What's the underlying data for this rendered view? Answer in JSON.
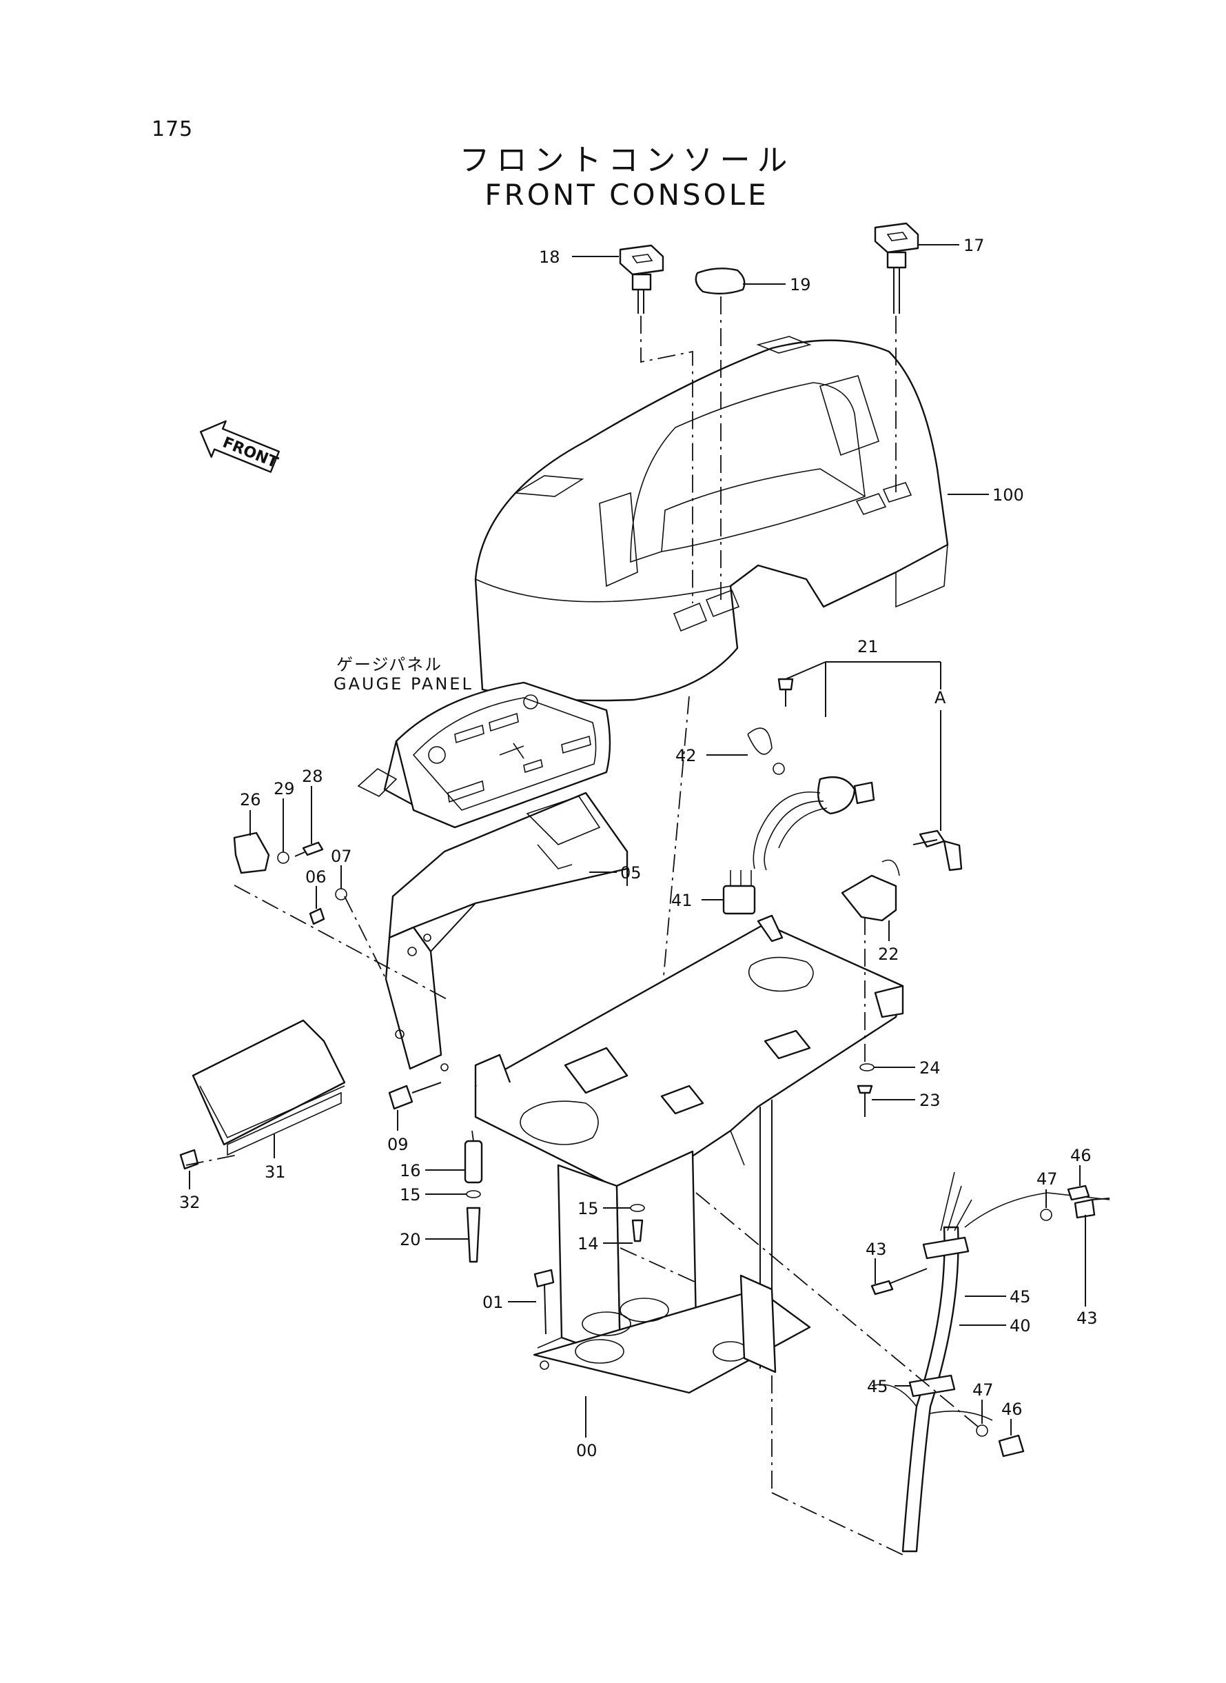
{
  "page_number": "175",
  "title_jp": "フロントコンソール",
  "title_en": "FRONT CONSOLE",
  "subassembly_jp": "ゲージパネル",
  "subassembly_en": "GAUGE PANEL",
  "front_arrow_label": "FRONT",
  "callouts": {
    "c18": "18",
    "c19": "19",
    "c17": "17",
    "c100": "100",
    "c21": "21",
    "cA": "A",
    "c42": "42",
    "c41": "41",
    "c22": "22",
    "c05": "05",
    "c26": "26",
    "c29": "29",
    "c28": "28",
    "c06": "06",
    "c07": "07",
    "c09": "09",
    "c31": "31",
    "c32": "32",
    "c16": "16",
    "c15a": "15",
    "c20": "20",
    "c15b": "15",
    "c14": "14",
    "c01": "01",
    "c00": "00",
    "c24": "24",
    "c23": "23",
    "c43a": "43",
    "c43b": "43",
    "c45a": "45",
    "c45b": "45",
    "c40": "40",
    "c47a": "47",
    "c46a": "46",
    "c47b": "47",
    "c46b": "46"
  }
}
